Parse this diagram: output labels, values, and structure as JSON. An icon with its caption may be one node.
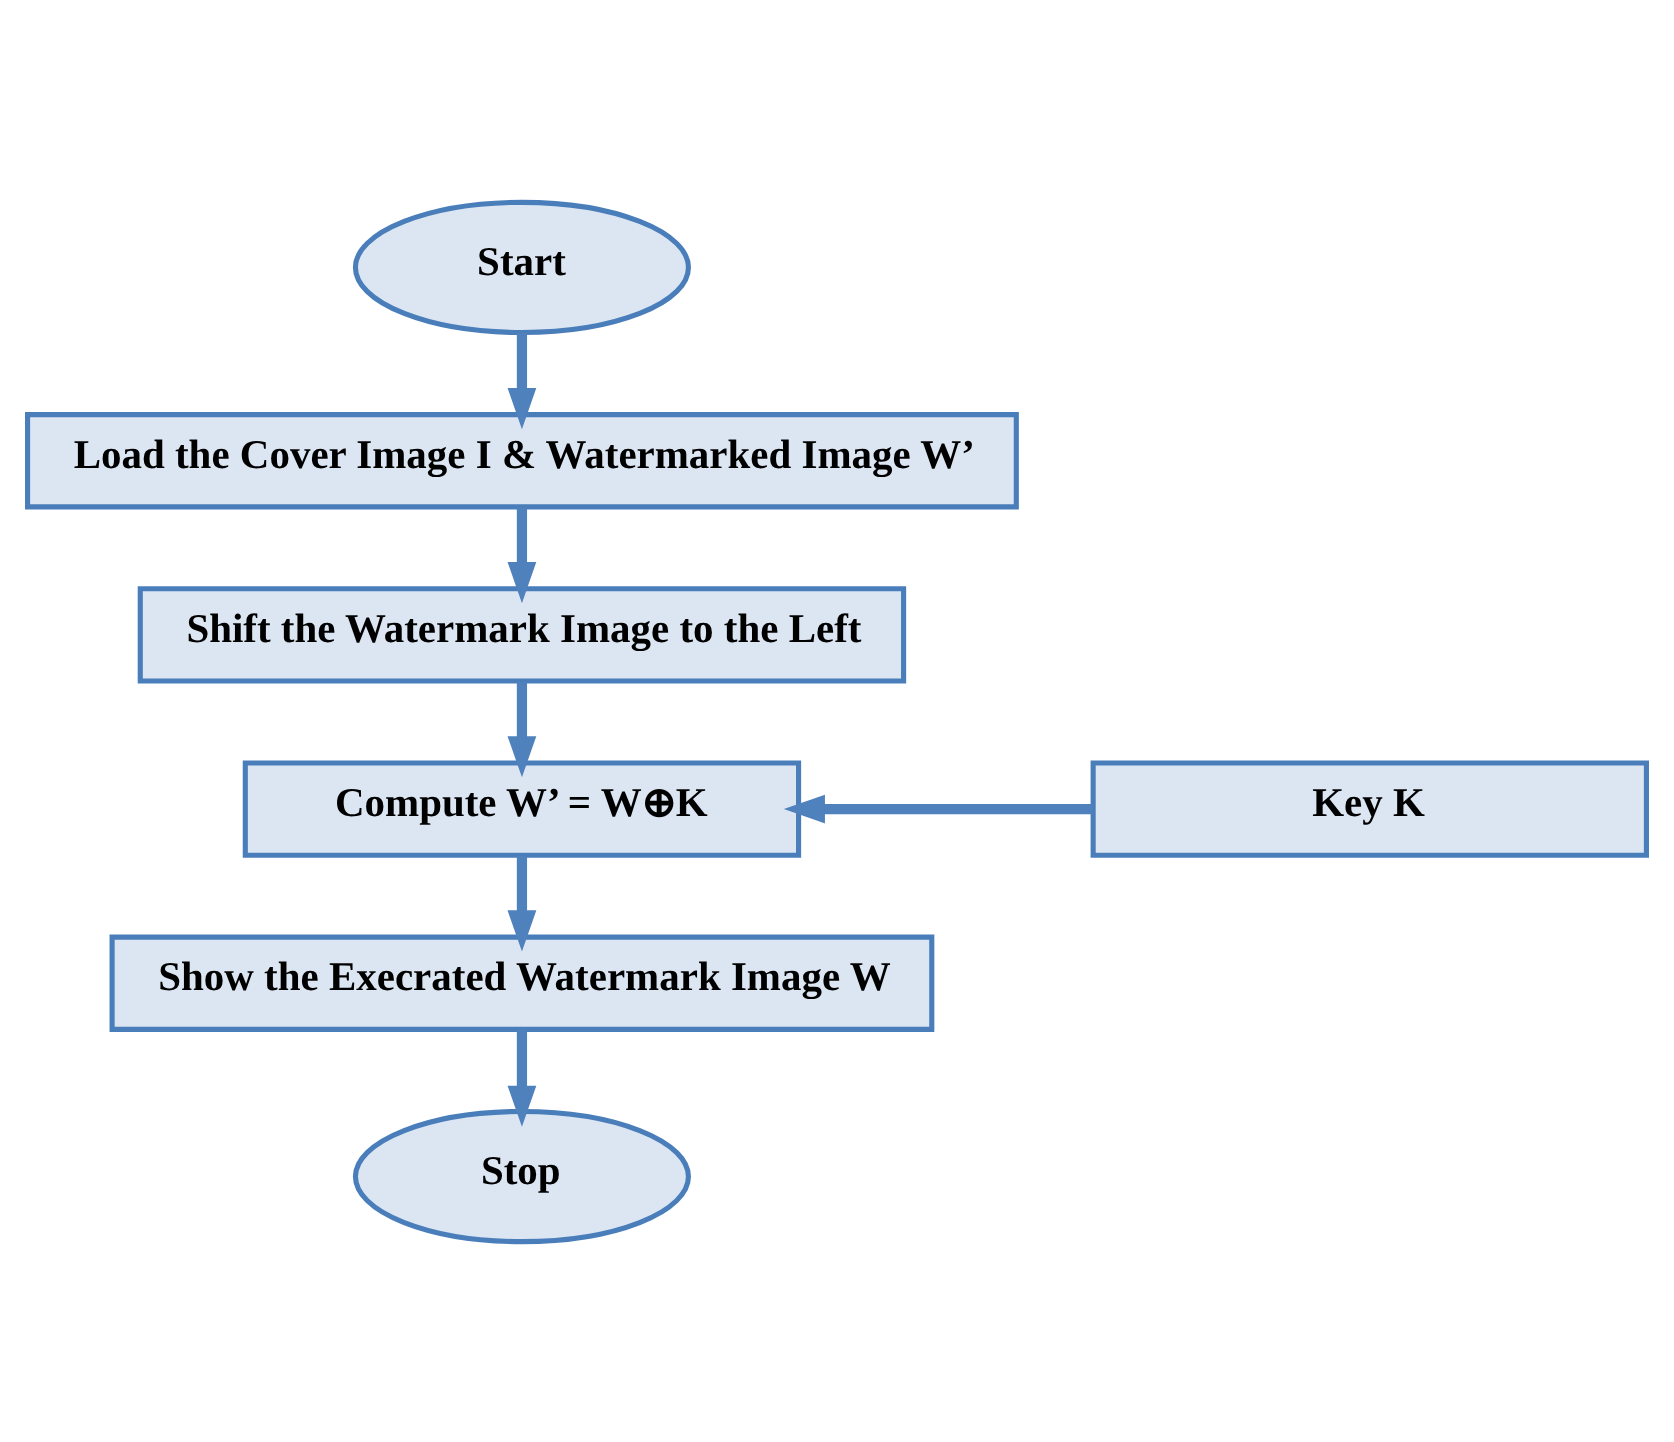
{
  "diagram": {
    "nodes": [
      {
        "text": [
          "Start"
        ]
      },
      {
        "text": [
          "Load the Cover Image I & Watermarked Image W’"
        ]
      },
      {
        "text": [
          "Shift the Watermark Image to the Left"
        ]
      },
      {
        "text": [
          "Compute W’ = W⊕K"
        ]
      },
      {
        "text": [
          "Key K"
        ]
      },
      {
        "text": [
          "Show the Execrated Watermark Image W"
        ]
      },
      {
        "text": [
          "Stop"
        ]
      }
    ],
    "edges": [
      {
        "from": 0,
        "to": 1,
        "arrow": "to"
      },
      {
        "from": 1,
        "to": 2,
        "arrow": "to"
      },
      {
        "from": 2,
        "to": 3,
        "arrow": "to"
      },
      {
        "from": 4,
        "to": 3,
        "arrow": "to"
      },
      {
        "from": 3,
        "to": 5,
        "arrow": "to"
      },
      {
        "from": 5,
        "to": 6,
        "arrow": "to"
      }
    ]
  }
}
